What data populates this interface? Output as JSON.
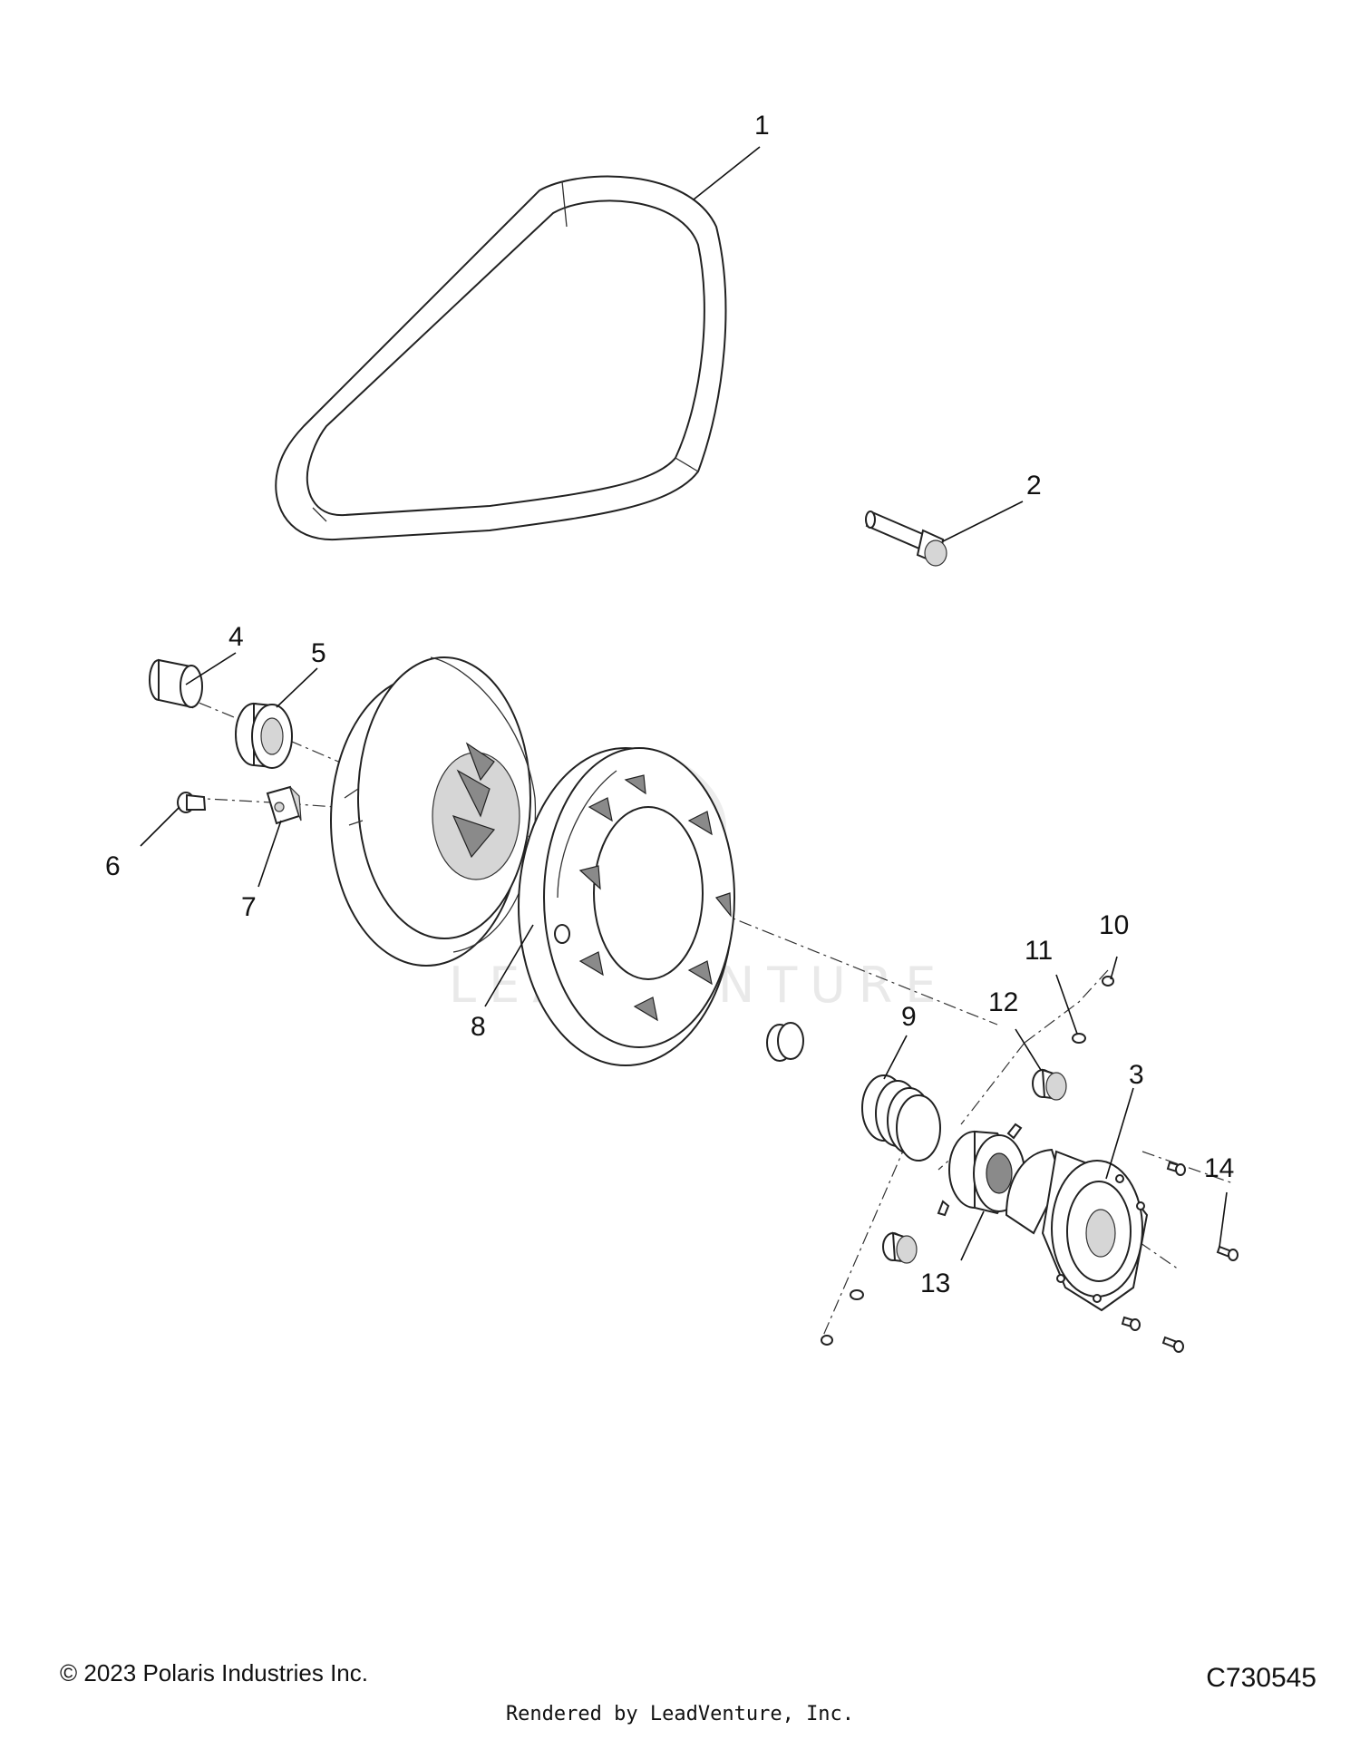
{
  "diagram": {
    "callouts": [
      "1",
      "2",
      "3",
      "4",
      "5",
      "6",
      "7",
      "8",
      "9",
      "10",
      "11",
      "12",
      "13",
      "14"
    ],
    "watermark": "LEADVENTURE"
  },
  "footer": {
    "copyright": "© 2023 Polaris Industries Inc.",
    "drawing_code": "C730545",
    "rendered_by": "Rendered by LeadVenture, Inc."
  }
}
